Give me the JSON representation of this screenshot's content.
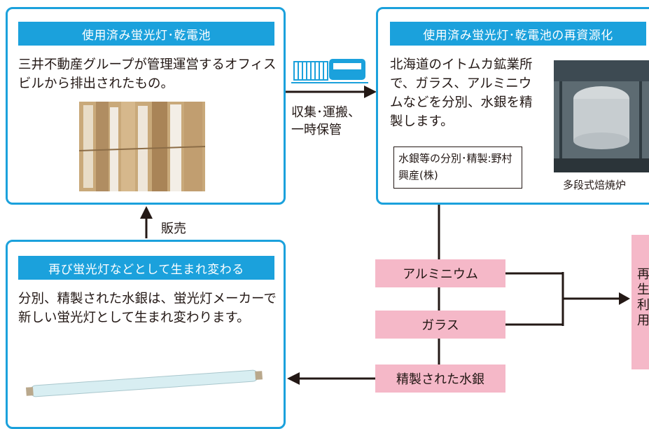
{
  "box1": {
    "title": "使用済み蛍光灯･乾電池",
    "text": "三井不動産グループが管理運営するオフィスビルから排出されたもの。"
  },
  "box2": {
    "title": "使用済み蛍光灯･乾電池の再資源化",
    "text": "北海道のイトムカ鉱業所で、ガラス、アルミニウムなどを分別、水銀を精製します。",
    "company": "水銀等の分別･精製:野村興産(株)",
    "photo_caption": "多段式焙焼炉"
  },
  "box3": {
    "title": "再び蛍光灯などとして生まれ変わる",
    "text": "分別、精製された水銀は、蛍光灯メーカーで新しい蛍光灯として生まれ変わります。"
  },
  "flow": {
    "transport_label": "収集･運搬、一時保管",
    "sales_label": "販売"
  },
  "outputs": {
    "aluminum": "アルミニウム",
    "glass": "ガラス",
    "mercury": "精製された水銀",
    "reuse": "再生利用"
  },
  "colors": {
    "accent": "#1ba1dc",
    "pill": "#f5b8c8"
  }
}
